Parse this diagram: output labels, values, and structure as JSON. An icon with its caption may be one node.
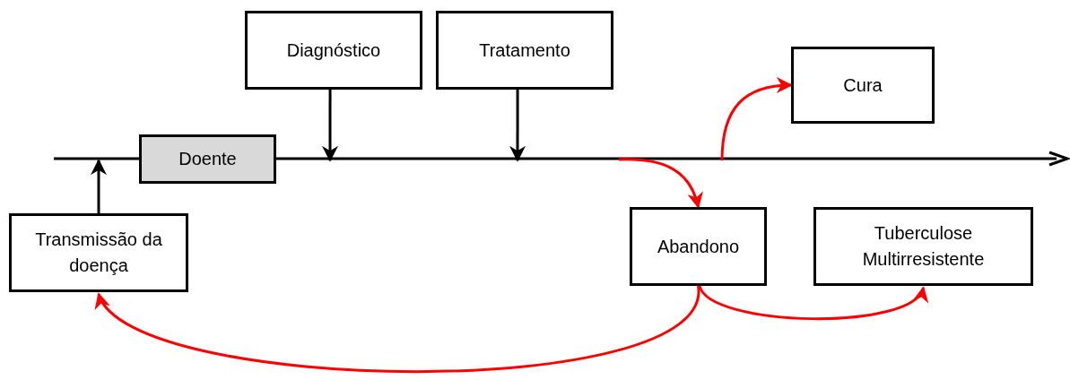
{
  "diagram": {
    "nodes": [
      {
        "text": [
          "Transmissão da doença"
        ]
      },
      {
        "text": [
          "Doente"
        ]
      },
      {
        "text": [
          "Diagnóstico"
        ]
      },
      {
        "text": [
          "Tratamento"
        ]
      },
      {
        "text": [
          "Cura"
        ]
      },
      {
        "text": [
          "Abandono"
        ]
      },
      {
        "text": [
          "Tuberculose Multirresistente"
        ]
      }
    ],
    "edges": [
      {
        "from": 0,
        "to": null,
        "arrow": "to",
        "color": "#000000"
      },
      {
        "from": 2,
        "to": null,
        "arrow": "to",
        "color": "#000000"
      },
      {
        "from": 3,
        "to": null,
        "arrow": "to",
        "color": "#000000"
      },
      {
        "from": null,
        "to": 4,
        "arrow": "to",
        "color": "#ff0000"
      },
      {
        "from": null,
        "to": 5,
        "arrow": "to",
        "color": "#ff0000"
      },
      {
        "from": 5,
        "to": 0,
        "arrow": "to",
        "color": "#ff0000"
      },
      {
        "from": 5,
        "to": 6,
        "arrow": "to",
        "color": "#ff0000"
      }
    ]
  }
}
